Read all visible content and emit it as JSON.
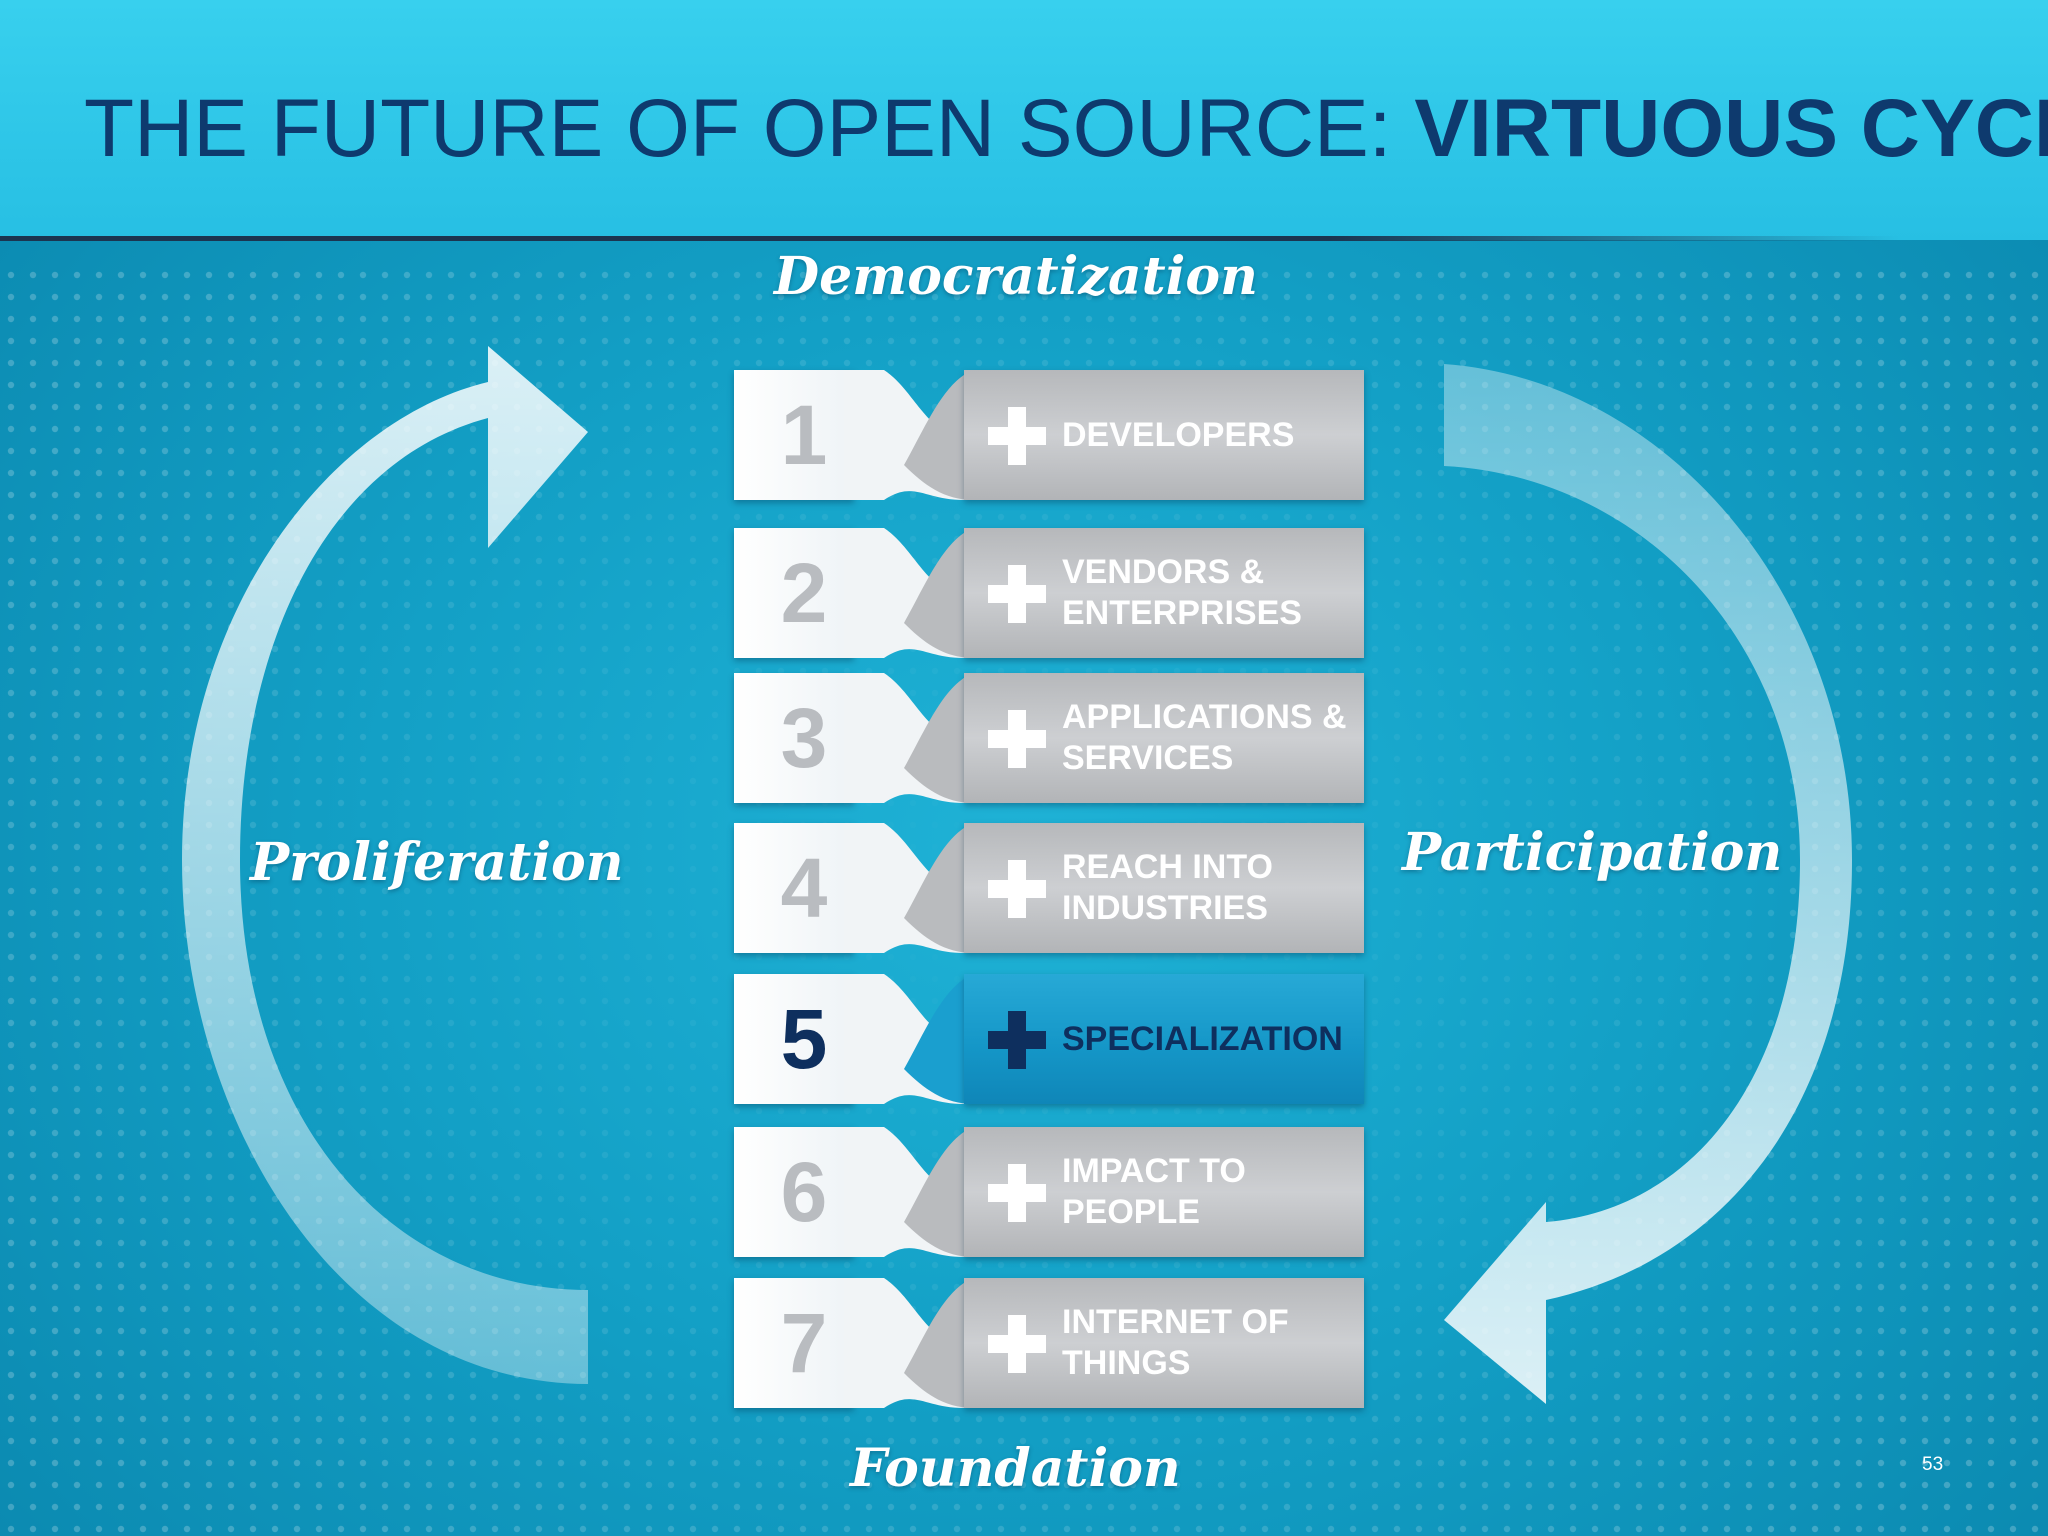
{
  "slide": {
    "title_regular": "THE FUTURE OF OPEN SOURCE: ",
    "title_bold": "VIRTUOUS CYCLE",
    "page_number": "53"
  },
  "cycle": {
    "top": "Democratization",
    "left": "Proliferation",
    "right": "Participation",
    "bottom": "Foundation"
  },
  "steps": [
    {
      "number": "1",
      "label": "DEVELOPERS"
    },
    {
      "number": "2",
      "label": "VENDORS & ENTERPRISES"
    },
    {
      "number": "3",
      "label": "APPLICATIONS & SERVICES"
    },
    {
      "number": "4",
      "label": "REACH INTO INDUSTRIES"
    },
    {
      "number": "5",
      "label": "SPECIALIZATION",
      "highlighted": true
    },
    {
      "number": "6",
      "label": "IMPACT TO PEOPLE"
    },
    {
      "number": "7",
      "label": "INTERNET OF THINGS"
    }
  ],
  "colors": {
    "title": "#0e3a6e",
    "highlight_text": "#0e2f5e",
    "highlight_bar": "#1597c8",
    "step_bar": "#c0c2c5"
  },
  "icons": [
    "plus-icon",
    "cycle-arrow-left",
    "cycle-arrow-right"
  ]
}
